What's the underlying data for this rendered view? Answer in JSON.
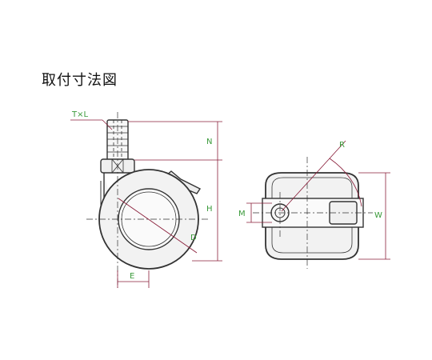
{
  "title": "取付寸法図",
  "labels": {
    "thread": "T×L",
    "n": "N",
    "h": "H",
    "d": "D",
    "e": "E",
    "m": "M",
    "w": "W",
    "r": "R"
  },
  "colors": {
    "dimension_text": "#3a9a3a",
    "dimension_line": "#8a1f3a",
    "outline": "#333333",
    "fill": "#f2f2f2"
  }
}
